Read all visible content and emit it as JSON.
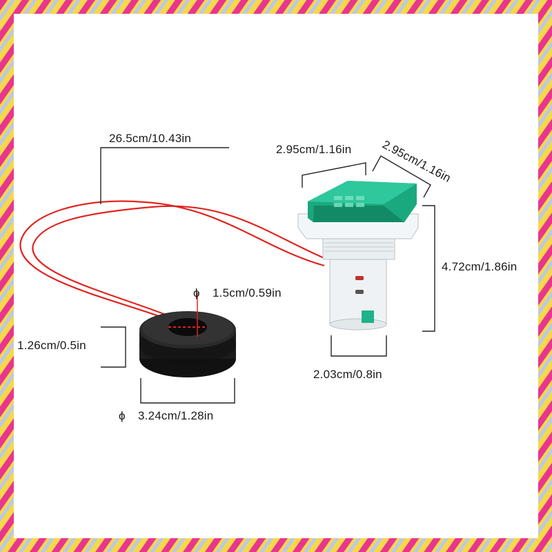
{
  "dimensions": {
    "wire_length": "26.5cm/10.43in",
    "meter_width": "2.95cm/1.16in",
    "meter_depth": "2.95cm/1.16in",
    "meter_height": "4.72cm/1.86in",
    "meter_base_diameter": "2.03cm/0.8in",
    "ring_hole_diameter": "1.5cm/0.59in",
    "ring_height": "1.26cm/0.5in",
    "ring_outer_diameter": "3.24cm/1.28in"
  },
  "diameter_symbol": "ϕ",
  "colors": {
    "wire": "#e0241f",
    "lens": "#1fb38a",
    "housing": "#eef2f4",
    "ring": "#1c1c1c",
    "border_pink": "#e8368f",
    "border_yellow": "#f4d23a"
  }
}
